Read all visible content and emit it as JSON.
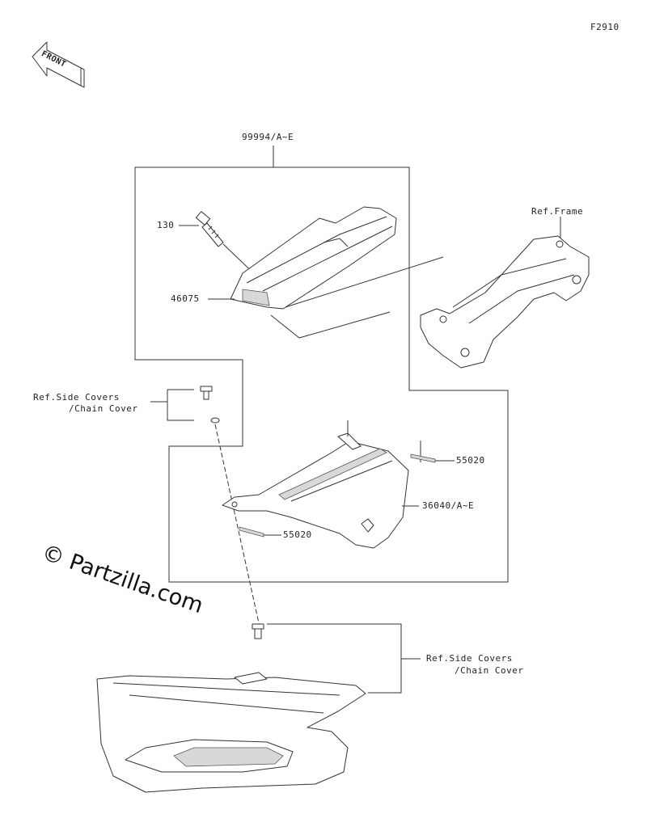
{
  "diagram": {
    "figure_id": "F2910",
    "front_label": "FRONT",
    "watermark": "© Partzilla.com",
    "labels": {
      "kit": "99994/A~E",
      "ref_frame": "Ref.Frame",
      "bolt": "130",
      "guard": "46075",
      "ref_side_covers_1_line1": "Ref.Side Covers",
      "ref_side_covers_1_line2": "/Chain Cover",
      "clip_upper": "55020",
      "cover": "36040/A~E",
      "clip_lower": "55020",
      "ref_side_covers_2_line1": "Ref.Side Covers",
      "ref_side_covers_2_line2": "/Chain Cover"
    }
  }
}
